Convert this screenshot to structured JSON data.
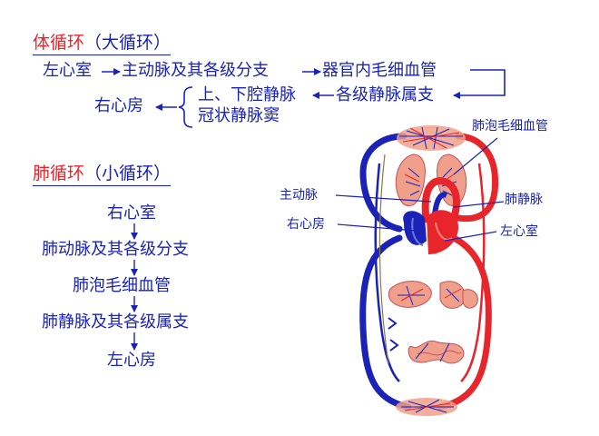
{
  "systemic": {
    "title": "体循环",
    "subtitle": "（大循环）",
    "start": "左心室",
    "artery": "主动脉及其各级分支",
    "capillary": "器官内毛细血管",
    "end": "右心房",
    "vena_cava": "上、下腔静脉",
    "veins": "各级静脉属支",
    "sinus": "冠状静脉窦"
  },
  "pulmonary": {
    "title": "肺循环",
    "subtitle": "（小循环）",
    "steps": [
      "右心室",
      "肺动脉及其各级分支",
      "肺泡毛细血管",
      "肺静脉及其各级属支",
      "左心房"
    ]
  },
  "figure_labels": {
    "alveolar_capillary": "肺泡毛细血管",
    "aorta": "主动脉",
    "pulmonary_vein": "肺静脉",
    "right_atrium": "右心房",
    "left_ventricle": "左心室"
  },
  "colors": {
    "arterial": "#e8252a",
    "venous": "#1a22b8",
    "tissue": "#f0a08a"
  }
}
